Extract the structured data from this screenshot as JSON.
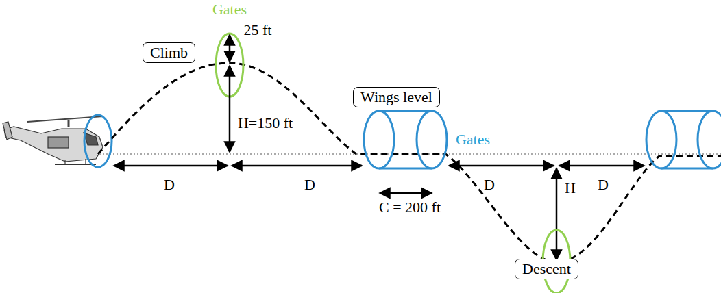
{
  "diagram": {
    "nodes": [
      {
        "text": [
          "Climb"
        ]
      },
      {
        "text": [
          "Wings level"
        ]
      },
      {
        "text": [
          "Descent"
        ]
      }
    ],
    "labels": [
      "Gates",
      "25 ft",
      "H=150 ft",
      "Gates",
      "D",
      "D",
      "C = 200 ft",
      "D",
      "H",
      "D"
    ]
  }
}
